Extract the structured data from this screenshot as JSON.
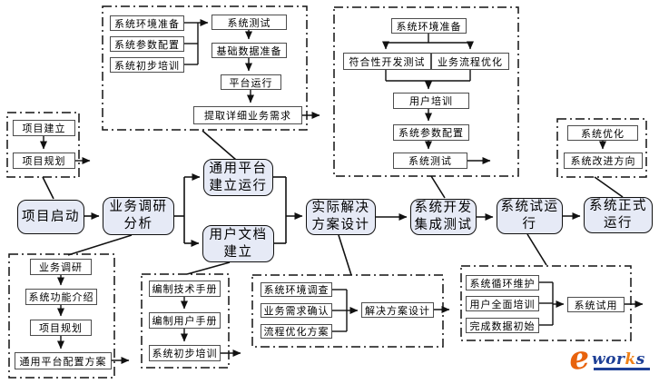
{
  "diagram": {
    "main_flow": {
      "project_start": {
        "line1": "项目启动"
      },
      "business_research": {
        "line1": "业务调研",
        "line2": "分析"
      },
      "platform_setup": {
        "line1": "通用平台",
        "line2": "建立运行"
      },
      "user_docs": {
        "line1": "用户文档",
        "line2": "建立"
      },
      "solution_design": {
        "line1": "实际解决",
        "line2": "方案设计"
      },
      "dev_integration_test": {
        "line1": "系统开发",
        "line2": "集成测试"
      },
      "trial_run": {
        "line1": "系统试运",
        "line2": "行"
      },
      "formal_run": {
        "line1": "系统正式",
        "line2": "运行"
      }
    },
    "details": {
      "platform_setup_detail": {
        "env_prep": "系统环境准备",
        "param_config": "系统参数配置",
        "initial_training": "系统初步培训",
        "system_test": "系统测试",
        "base_data_prep": "基础数据准备",
        "platform_run": "平台运行",
        "extract_requirements": "提取详细业务需求"
      },
      "project_start_detail": {
        "project_create": "项目建立",
        "project_plan": "项目规划"
      },
      "dev_test_detail": {
        "env_prep": "系统环境准备",
        "compliance_test": "符合性开发测试",
        "process_optimization": "业务流程优化",
        "user_training": "用户培训",
        "param_config": "系统参数配置",
        "system_test": "系统测试"
      },
      "formal_run_detail": {
        "system_optimization": "系统优化",
        "improvement_direction": "系统改进方向"
      },
      "research_detail": {
        "business_research": "业务调研",
        "function_intro": "系统功能介绍",
        "project_plan": "项目规划",
        "platform_config_plan": "通用平台配置方案"
      },
      "docs_detail": {
        "tech_manual": "编制技术手册",
        "user_manual": "编制用户手册",
        "initial_training": "系统初步培训"
      },
      "solution_detail": {
        "env_survey": "系统环境调查",
        "requirement_confirm": "业务需求确认",
        "process_plan": "流程优化方案",
        "solution_design": "解决方案设计"
      },
      "trial_detail": {
        "cycle_maintenance": "系统循环维护",
        "full_training": "用户全面培训",
        "data_init": "完成数据初始",
        "system_trial": "系统试用"
      }
    },
    "logo": {
      "e": "e",
      "wor": "wor",
      "k": "k",
      "s": "s"
    },
    "colors": {
      "main_box_fill": "#e6eaf6",
      "box_border": "#4d4d4d",
      "line_color": "#111111",
      "logo_orange": "#e8620c",
      "logo_blue": "#1d3f96"
    }
  }
}
